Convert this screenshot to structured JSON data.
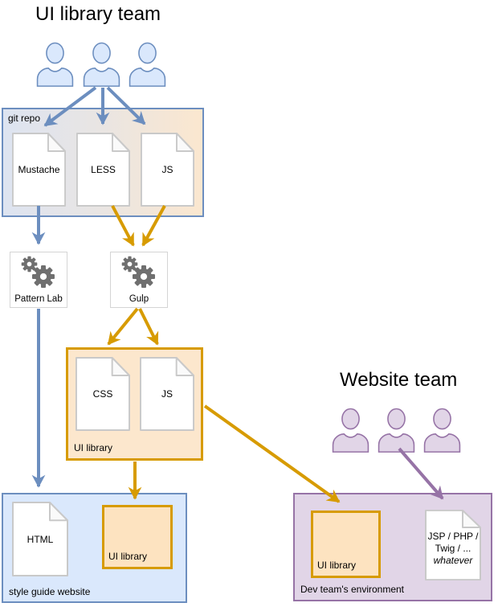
{
  "titles": {
    "ui_library_team": "UI library team",
    "website_team": "Website team"
  },
  "git_repo": {
    "label": "git repo",
    "docs": [
      "Mustache",
      "LESS",
      "JS"
    ]
  },
  "tools": {
    "pattern_lab_label": "Pattern Lab",
    "gulp_label": "Gulp"
  },
  "ui_library_box": {
    "label": "UI library",
    "docs": [
      "CSS",
      "JS"
    ]
  },
  "style_guide_website": {
    "label": "style guide website",
    "html_doc_label": "HTML",
    "ui_library_label": "UI library"
  },
  "dev_environment": {
    "label": "Dev team's environment",
    "ui_library_label": "UI library",
    "template_doc_lines": [
      "JSP / PHP /",
      "Twig / ...",
      "whatever"
    ]
  },
  "icons": {
    "person": "person-icon",
    "gears": "gears-icon",
    "document": "document-icon"
  },
  "colors": {
    "blue_stroke": "#6c8ebf",
    "blue_fill": "#dae8fc",
    "orange_stroke": "#d79b00",
    "orange_fill": "#ffe6cc",
    "purple_stroke": "#9673a6",
    "purple_fill": "#e1d5e7",
    "gear_grey": "#6f6f6f",
    "doc_stroke": "#c9c9c9"
  }
}
